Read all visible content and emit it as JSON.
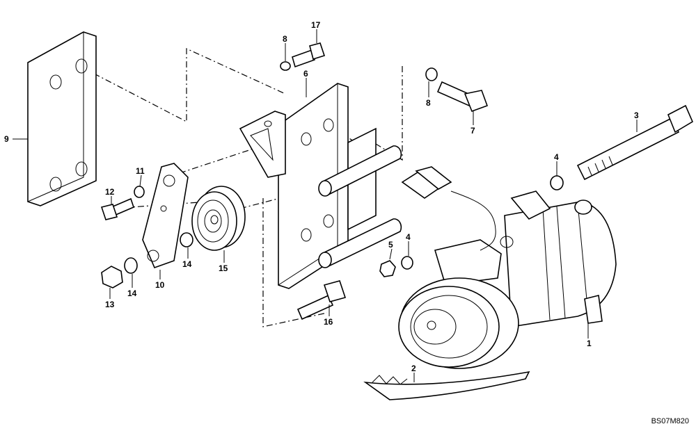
{
  "diagram": {
    "callouts": [
      "1",
      "2",
      "3",
      "4",
      "4",
      "5",
      "6",
      "7",
      "8",
      "8",
      "9",
      "10",
      "11",
      "12",
      "13",
      "14",
      "14",
      "15",
      "16",
      "17"
    ],
    "drawing_ref": "BS07M820"
  }
}
